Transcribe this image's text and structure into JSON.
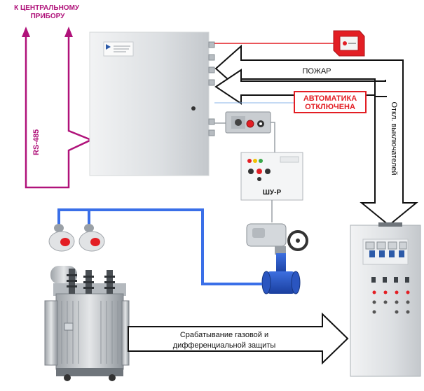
{
  "labels": {
    "central_device": [
      "К ЦЕНТРАЛЬНОМУ",
      "ПРИБОРУ"
    ],
    "rs485": "RS-485",
    "fire": "ПОЖАР",
    "automation_off": [
      "АВТОМАТИКА",
      "ОТКЛЮЧЕНА"
    ],
    "breakers_off": "Откл. выключателей",
    "shu_r": "ШУ-Р",
    "gas_protection": [
      "Срабатывание газовой и",
      "дифференциальной защиты"
    ]
  },
  "colors": {
    "magenta": "#b0127a",
    "blue_line": "#3a6fe8",
    "red_alarm": "#e31e24",
    "gray_line": "#9aa0a6",
    "cabinet": "#e6e8ea"
  }
}
